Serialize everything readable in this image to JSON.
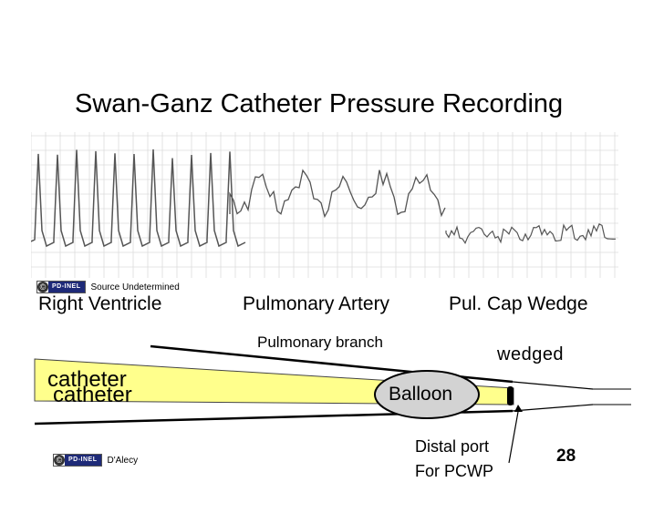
{
  "title": "Swan-Ganz Catheter Pressure Recording",
  "source_badge": {
    "logo": "PD-INEL",
    "caption": "Source Undetermined"
  },
  "author_badge": {
    "logo": "PD-INEL",
    "caption": "D'Alecy"
  },
  "sections": {
    "right_ventricle": "Right Ventricle",
    "pulmonary_artery": "Pulmonary Artery",
    "pul_cap_wedge": "Pul. Cap Wedge"
  },
  "diagram": {
    "pulmonary_branch": "Pulmonary branch",
    "wedged": "wedged",
    "catheter": "catheter",
    "balloon": "Balloon",
    "distal_port_line1": "Distal port",
    "distal_port_line2": "For PCWP"
  },
  "page_number": "28",
  "colors": {
    "catheter_fill": "#ffff8c",
    "balloon_fill": "#d3d3d3",
    "trace": "#555555",
    "grid": "#dcdcdc"
  }
}
